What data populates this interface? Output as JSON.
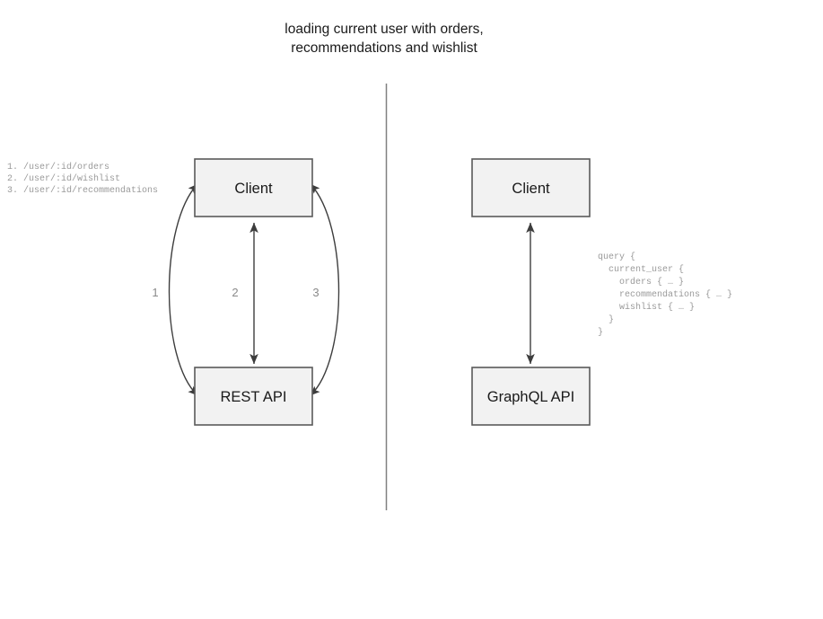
{
  "title": {
    "line1": "loading current user with orders,",
    "line2": "recommendations and wishlist"
  },
  "colors": {
    "background": "#ffffff",
    "node_fill": "#f2f2f2",
    "node_stroke": "#5a5a5a",
    "edge_stroke": "#3d3d3d",
    "divider": "#808080",
    "code_text": "#9a9a9a",
    "label_text": "#1a1a1a",
    "number_text": "#8a8a8a"
  },
  "rest_side": {
    "client_node": "Client",
    "api_node": "REST API",
    "endpoints": [
      "1. /user/:id/orders",
      "2. /user/:id/wishlist",
      "3. /user/:id/recommendations"
    ],
    "edge_numbers": [
      "1",
      "2",
      "3"
    ]
  },
  "graphql_side": {
    "client_node": "Client",
    "api_node": "GraphQL API",
    "query_lines": [
      "query {",
      "  current_user {",
      "    orders { … }",
      "    recommendations { … }",
      "    wishlist { … }",
      "  }",
      "}"
    ]
  }
}
